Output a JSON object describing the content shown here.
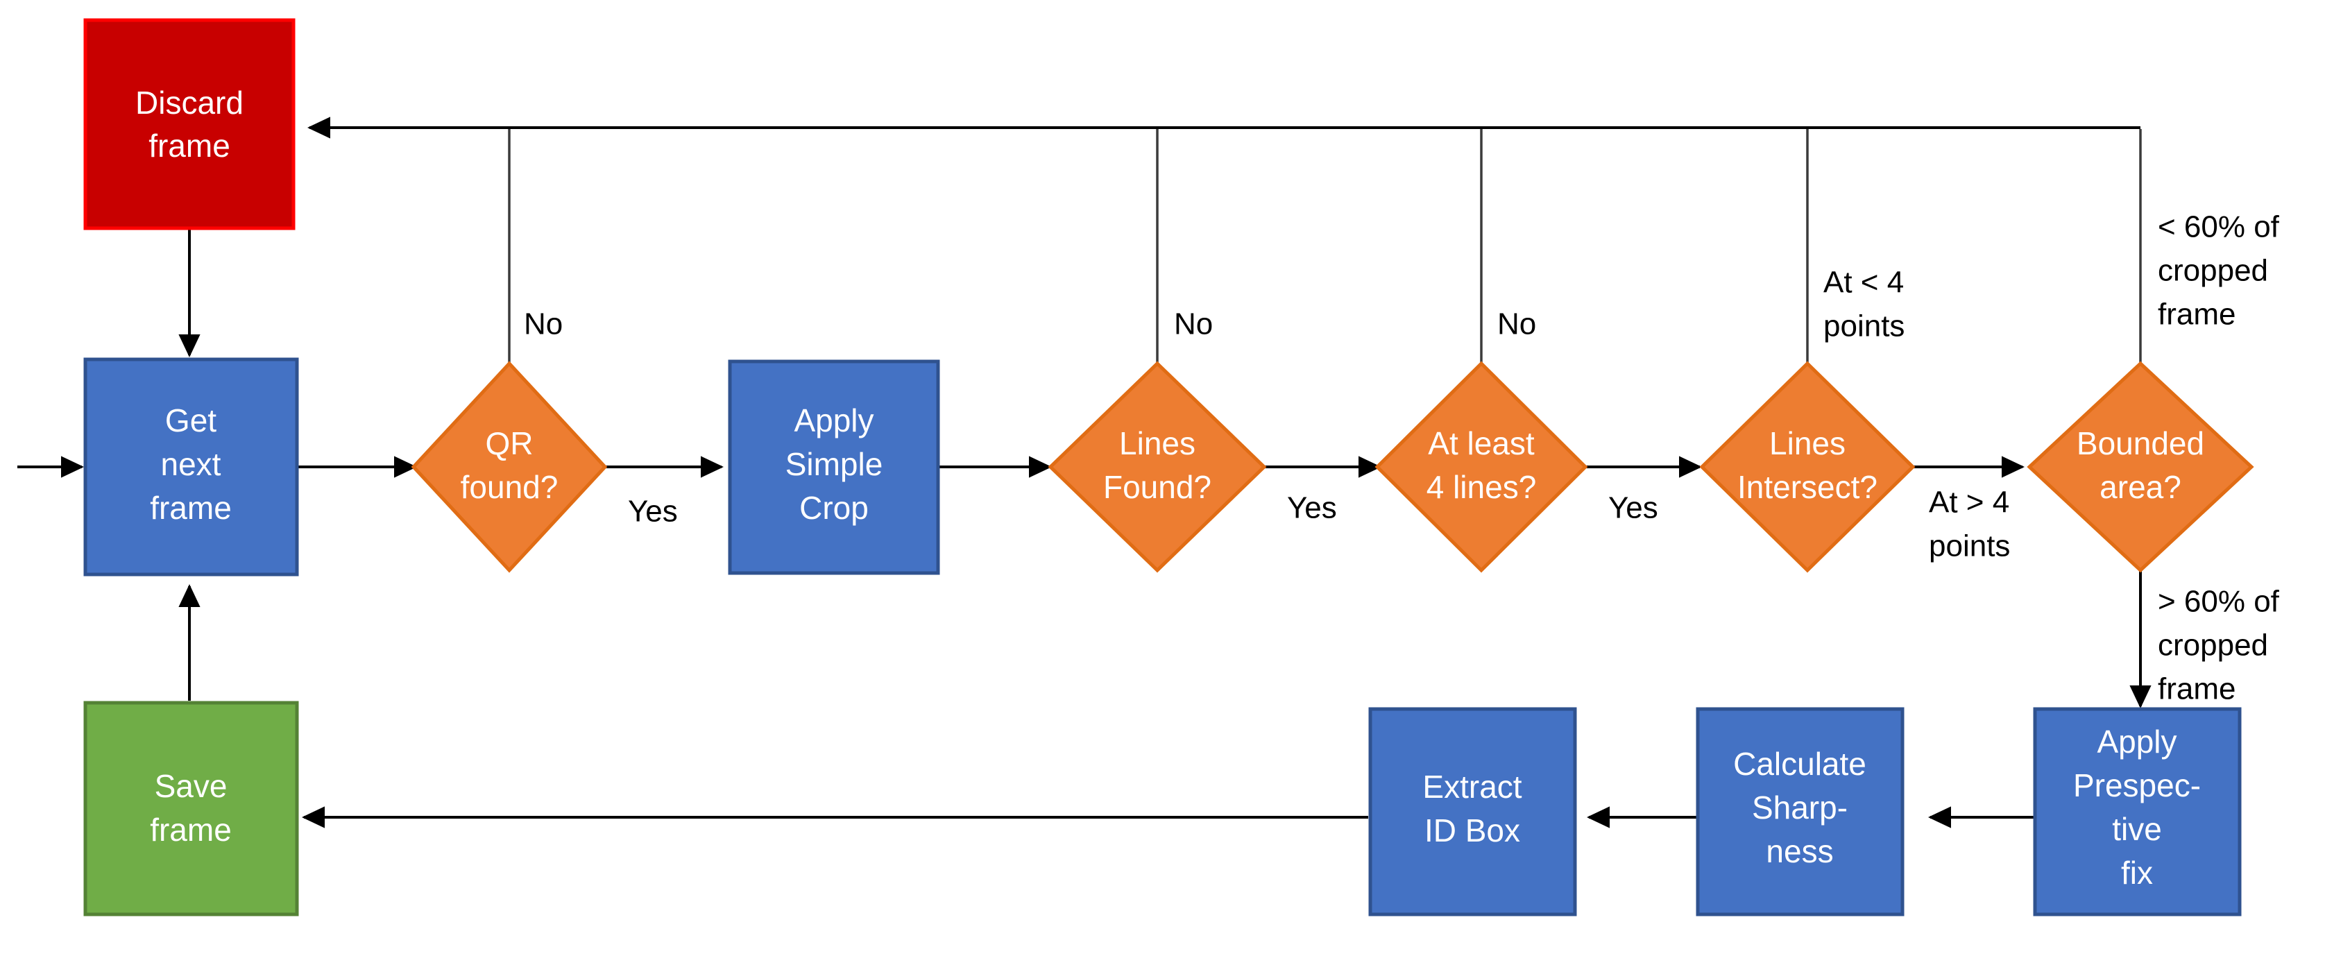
{
  "diagram": {
    "title": "Frame Processing Flowchart",
    "background": "#ffffff",
    "colors": {
      "process_fill": "#4472c4",
      "process_stroke": "#2f528f",
      "decision_fill": "#ed7d31",
      "decision_stroke": "#e06c14",
      "discard_fill": "#c80000",
      "discard_stroke": "#ff0000",
      "save_fill": "#70ad47",
      "save_stroke": "#548235",
      "connector": "#000000",
      "node_text": "#ffffff",
      "edge_text": "#000000"
    }
  },
  "nodes": [
    {
      "id": "discard-frame",
      "type": "process",
      "lines": [
        "Discard",
        "frame"
      ]
    },
    {
      "id": "get-next-frame",
      "type": "process",
      "lines": [
        "Get",
        "next",
        "frame"
      ]
    },
    {
      "id": "qr-found",
      "type": "decision",
      "lines": [
        "QR",
        "found?"
      ]
    },
    {
      "id": "apply-simple-crop",
      "type": "process",
      "lines": [
        "Apply",
        "Simple",
        "Crop"
      ]
    },
    {
      "id": "lines-found",
      "type": "decision",
      "lines": [
        "Lines",
        "Found?"
      ]
    },
    {
      "id": "at-least-4-lines",
      "type": "decision",
      "lines": [
        "At least",
        "4 lines?"
      ]
    },
    {
      "id": "lines-intersect",
      "type": "decision",
      "lines": [
        "Lines",
        "Intersect?"
      ]
    },
    {
      "id": "bounded-area",
      "type": "decision",
      "lines": [
        "Bounded",
        "area?"
      ]
    },
    {
      "id": "apply-perspective-fix",
      "type": "process",
      "lines": [
        "Apply",
        "Prespec-",
        "tive",
        "fix"
      ]
    },
    {
      "id": "calculate-sharpness",
      "type": "process",
      "lines": [
        "Calculate",
        "Sharp-",
        "ness"
      ]
    },
    {
      "id": "extract-id-box",
      "type": "process",
      "lines": [
        "Extract",
        "ID Box"
      ]
    },
    {
      "id": "save-frame",
      "type": "process",
      "lines": [
        "Save",
        "frame"
      ]
    }
  ],
  "edge_labels": {
    "qr_no": "No",
    "qr_yes": "Yes",
    "lines_found_no": "No",
    "lines_found_yes": "Yes",
    "at_least_4_no": "No",
    "at_least_4_yes": "Yes",
    "intersect_lt4": [
      "At < 4",
      "points"
    ],
    "intersect_gt4": [
      "At > 4",
      "points"
    ],
    "bounded_lt60": [
      "< 60% of",
      "cropped",
      "frame"
    ],
    "bounded_gt60": [
      "> 60% of",
      "cropped",
      "frame"
    ]
  },
  "text": {
    "discard_l1": "Discard",
    "discard_l2": "frame",
    "getnext_l1": "Get",
    "getnext_l2": "next",
    "getnext_l3": "frame",
    "qr_l1": "QR",
    "qr_l2": "found?",
    "crop_l1": "Apply",
    "crop_l2": "Simple",
    "crop_l3": "Crop",
    "linesfound_l1": "Lines",
    "linesfound_l2": "Found?",
    "atleast_l1": "At least",
    "atleast_l2": "4 lines?",
    "intersect_l1": "Lines",
    "intersect_l2": "Intersect?",
    "bounded_l1": "Bounded",
    "bounded_l2": "area?",
    "persp_l1": "Apply",
    "persp_l2": "Prespec-",
    "persp_l3": "tive",
    "persp_l4": "fix",
    "sharp_l1": "Calculate",
    "sharp_l2": "Sharp-",
    "sharp_l3": "ness",
    "extract_l1": "Extract",
    "extract_l2": "ID Box",
    "save_l1": "Save",
    "save_l2": "frame",
    "lbl_no_1": "No",
    "lbl_yes_1": "Yes",
    "lbl_no_2": "No",
    "lbl_yes_2": "Yes",
    "lbl_no_3": "No",
    "lbl_yes_3": "Yes",
    "lbl_lt4_a": "At < 4",
    "lbl_lt4_b": "points",
    "lbl_gt4_a": "At > 4",
    "lbl_gt4_b": "points",
    "lbl_lt60_a": "< 60% of",
    "lbl_lt60_b": "cropped",
    "lbl_lt60_c": "frame",
    "lbl_gt60_a": "> 60% of",
    "lbl_gt60_b": "cropped",
    "lbl_gt60_c": "frame"
  }
}
